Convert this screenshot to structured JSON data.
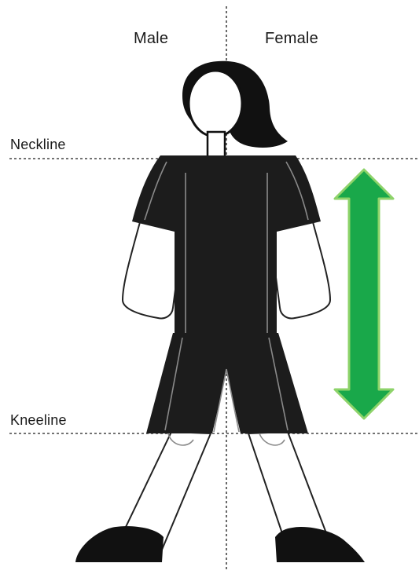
{
  "labels": {
    "male": "Male",
    "female": "Female",
    "neckline": "Neckline",
    "kneeline": "Kneeline"
  },
  "colors": {
    "ink": "#111111",
    "clothing": "#1c1c1c",
    "outline": "#b5b5b5",
    "arrow_fill": "#19a84a",
    "arrow_stroke": "#8ed36a"
  }
}
